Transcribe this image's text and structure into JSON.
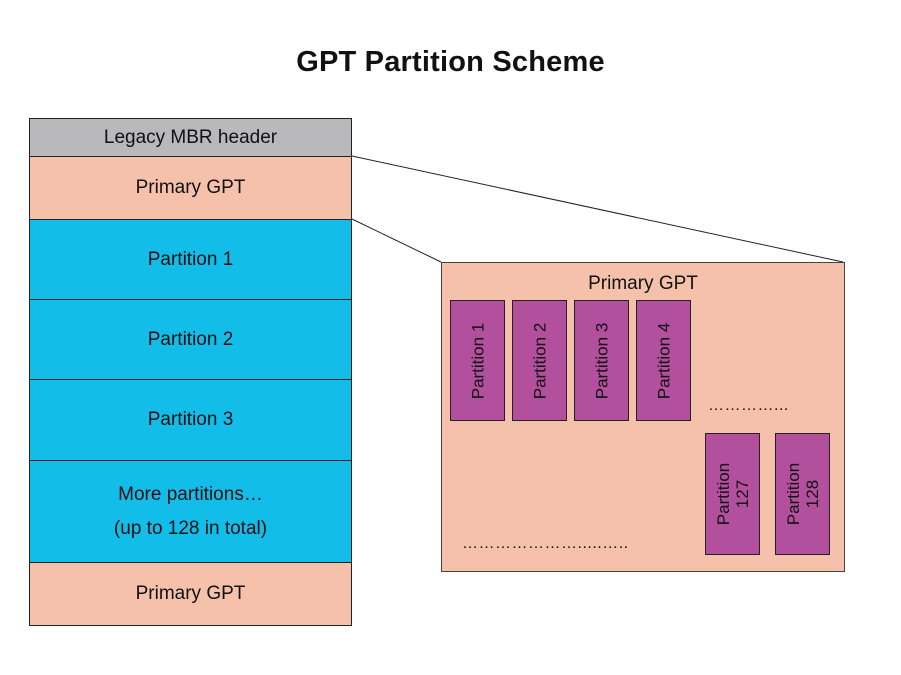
{
  "title": "GPT Partition Scheme",
  "disk_layout": {
    "blocks": [
      {
        "id": "legacy-mbr",
        "lines": [
          "Legacy MBR header"
        ],
        "color": "#b9b8bb"
      },
      {
        "id": "primary-gpt-top",
        "lines": [
          "Primary GPT"
        ],
        "color": "#f5c1ab"
      },
      {
        "id": "partition-1",
        "lines": [
          "Partition 1"
        ],
        "color": "#13bdea"
      },
      {
        "id": "partition-2",
        "lines": [
          "Partition 2"
        ],
        "color": "#13bdea"
      },
      {
        "id": "partition-3",
        "lines": [
          "Partition 3"
        ],
        "color": "#13bdea"
      },
      {
        "id": "more-partitions",
        "lines": [
          "More partitions…",
          "(up to 128 in total)"
        ],
        "color": "#13bdea"
      },
      {
        "id": "primary-gpt-bottom",
        "lines": [
          "Primary GPT"
        ],
        "color": "#f5c1ab"
      }
    ]
  },
  "detail": {
    "title": "Primary GPT",
    "entries_row1": [
      {
        "lines": [
          "Partition 1"
        ]
      },
      {
        "lines": [
          "Partition 2"
        ]
      },
      {
        "lines": [
          "Partition 3"
        ]
      },
      {
        "lines": [
          "Partition 4"
        ]
      }
    ],
    "ellipsis_upper": "…………...",
    "ellipsis_lower": "………………….....…..",
    "entries_row2": [
      {
        "lines": [
          "Partition",
          "127"
        ]
      },
      {
        "lines": [
          "Partition",
          "128"
        ]
      }
    ],
    "entry_color": "#b3509e",
    "background_color": "#f5c1ab"
  }
}
